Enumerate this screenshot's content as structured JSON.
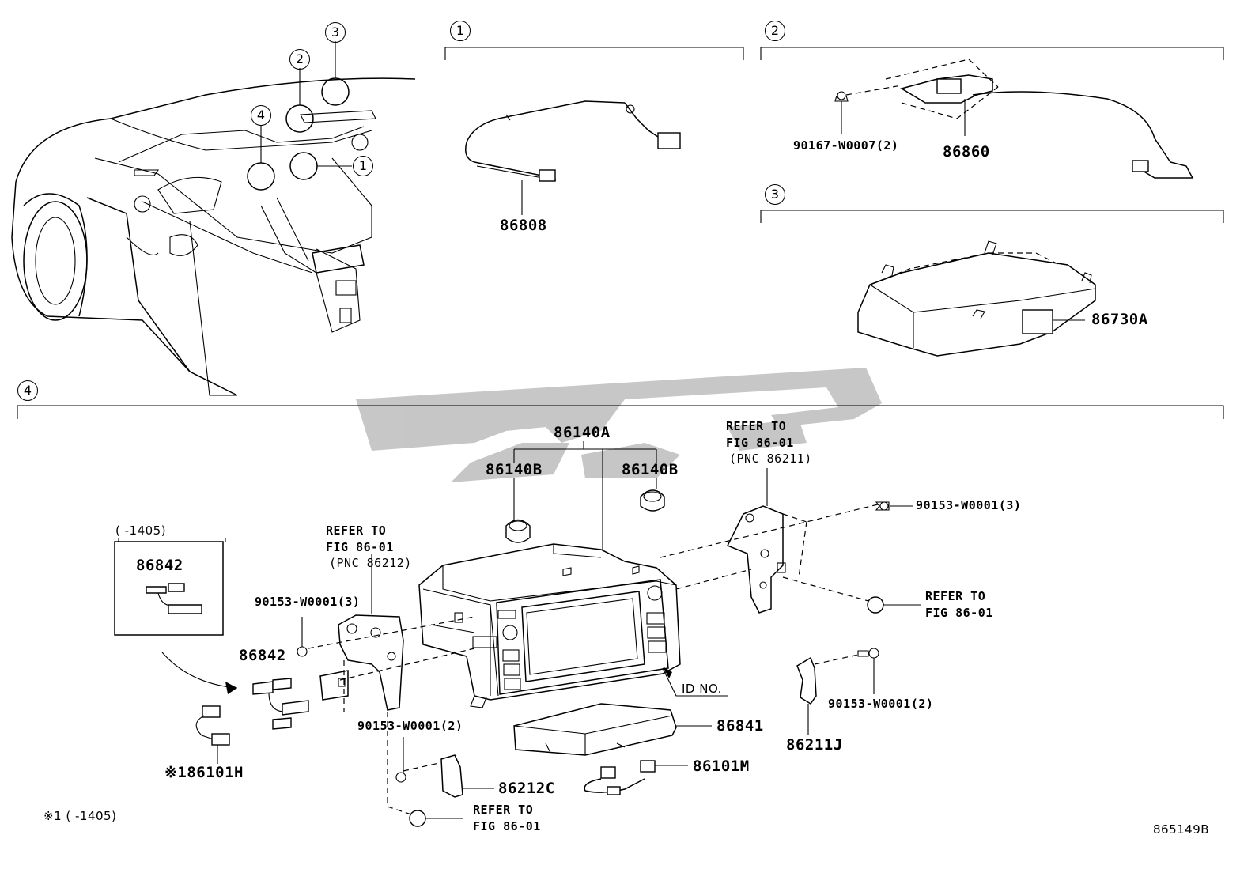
{
  "callouts": [
    "1",
    "2",
    "3",
    "4"
  ],
  "sections": {
    "s1": {
      "number": "1",
      "parts": [
        "86808"
      ]
    },
    "s2": {
      "number": "2",
      "parts": [
        "86860",
        "90167-W0007(2)"
      ]
    },
    "s3": {
      "number": "3",
      "parts": [
        "86730A"
      ]
    },
    "s4": {
      "number": "4"
    }
  },
  "labels": {
    "p86808": "86808",
    "p86860": "86860",
    "p90167": "90167-W0007(2)",
    "p86730A": "86730A",
    "p86140A": "86140A",
    "p86140B_l": "86140B",
    "p86140B_r": "86140B",
    "refer_top_1": "REFER TO",
    "refer_top_2": "FIG 86-01",
    "refer_top_3": "(PNC 86211)",
    "p90153_tr": "90153-W0001(3)",
    "refer_right_1": "REFER TO",
    "refer_right_2": "FIG 86-01",
    "refer_left_1": "REFER TO",
    "refer_left_2": "FIG 86-01",
    "refer_left_3": "(PNC 86212)",
    "box_header": "(        -1405)",
    "p86842_box": "86842",
    "p90153_l": "90153-W0001(3)",
    "p86842": "86842",
    "p86101H": "※186101H",
    "p90153_bm": "90153-W0001(2)",
    "p86212C": "86212C",
    "refer_bottom_1": "REFER TO",
    "refer_bottom_2": "FIG 86-01",
    "p86841": "86841",
    "p86101M": "86101M",
    "id_no": "ID NO.",
    "p90153_br": "90153-W0001(2)",
    "p86211J": "86211J",
    "footnote": "※1 (        -1405)",
    "figure_no": "865149B"
  },
  "watermark": {
    "color": "#b9b9b9"
  }
}
